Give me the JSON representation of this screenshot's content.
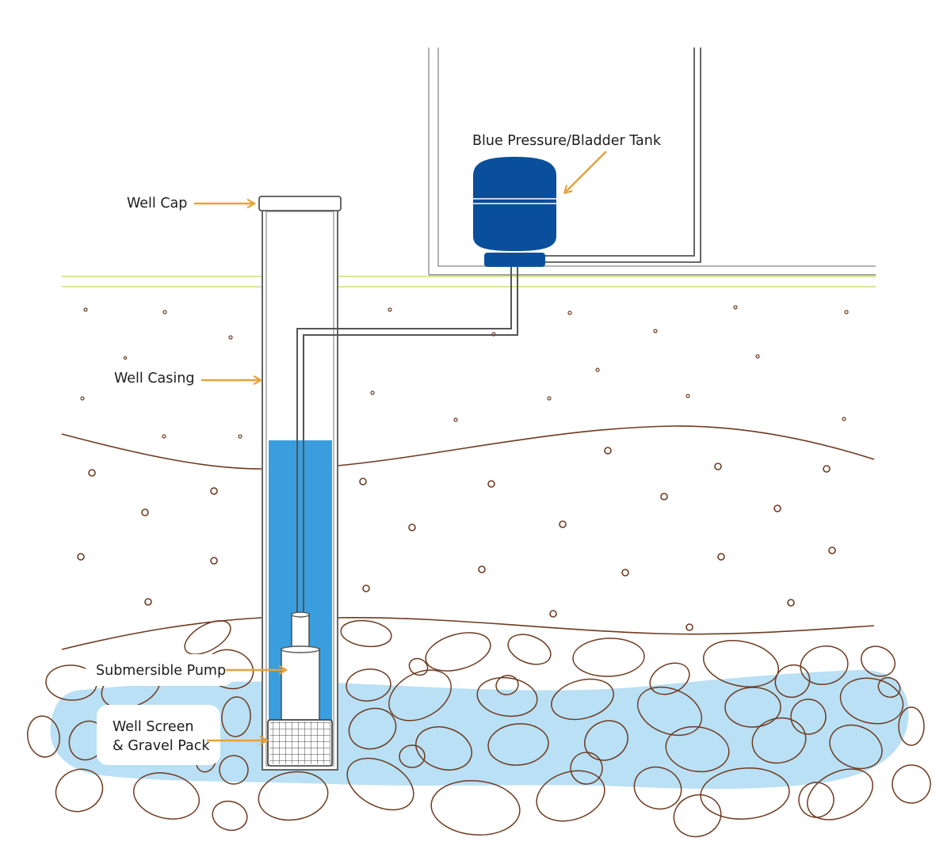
{
  "labels": {
    "tank": "Blue Pressure/Bladder Tank",
    "well_cap": "Well Cap",
    "well_casing": "Well Casing",
    "pump": "Submersible Pump",
    "screen_line1": "Well Screen",
    "screen_line2": "& Gravel Pack"
  },
  "colors": {
    "tank": "#0a4f9c",
    "well_water": "#3a9ede",
    "aquifer_water": "#b9e0f5",
    "soil_line": "#6e3a1f",
    "grass_line": "#cddc7e",
    "arrow": "#e8a13a",
    "pipe": "#555555",
    "house": "#999999"
  },
  "icons": [
    "arrow-icon",
    "pressure-tank-icon",
    "pump-icon",
    "well-screen-icon"
  ]
}
